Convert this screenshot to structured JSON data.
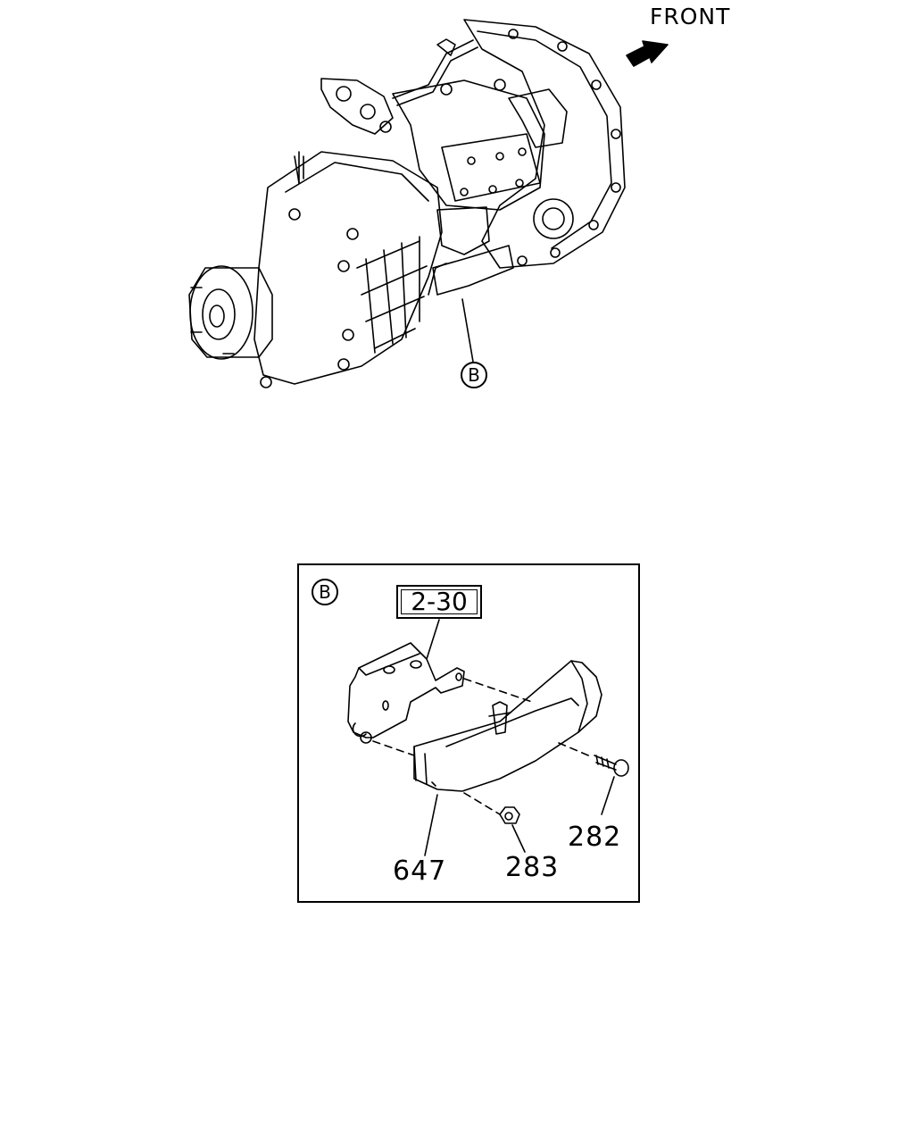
{
  "orientation": {
    "front_label": "FRONT",
    "arrow_icon": "front-direction-arrow-icon"
  },
  "overview": {
    "detail_marker": "B"
  },
  "detail": {
    "marker": "B",
    "reference": "2-30",
    "parts": {
      "bracket": "647",
      "nut": "283",
      "bolt": "282"
    }
  }
}
